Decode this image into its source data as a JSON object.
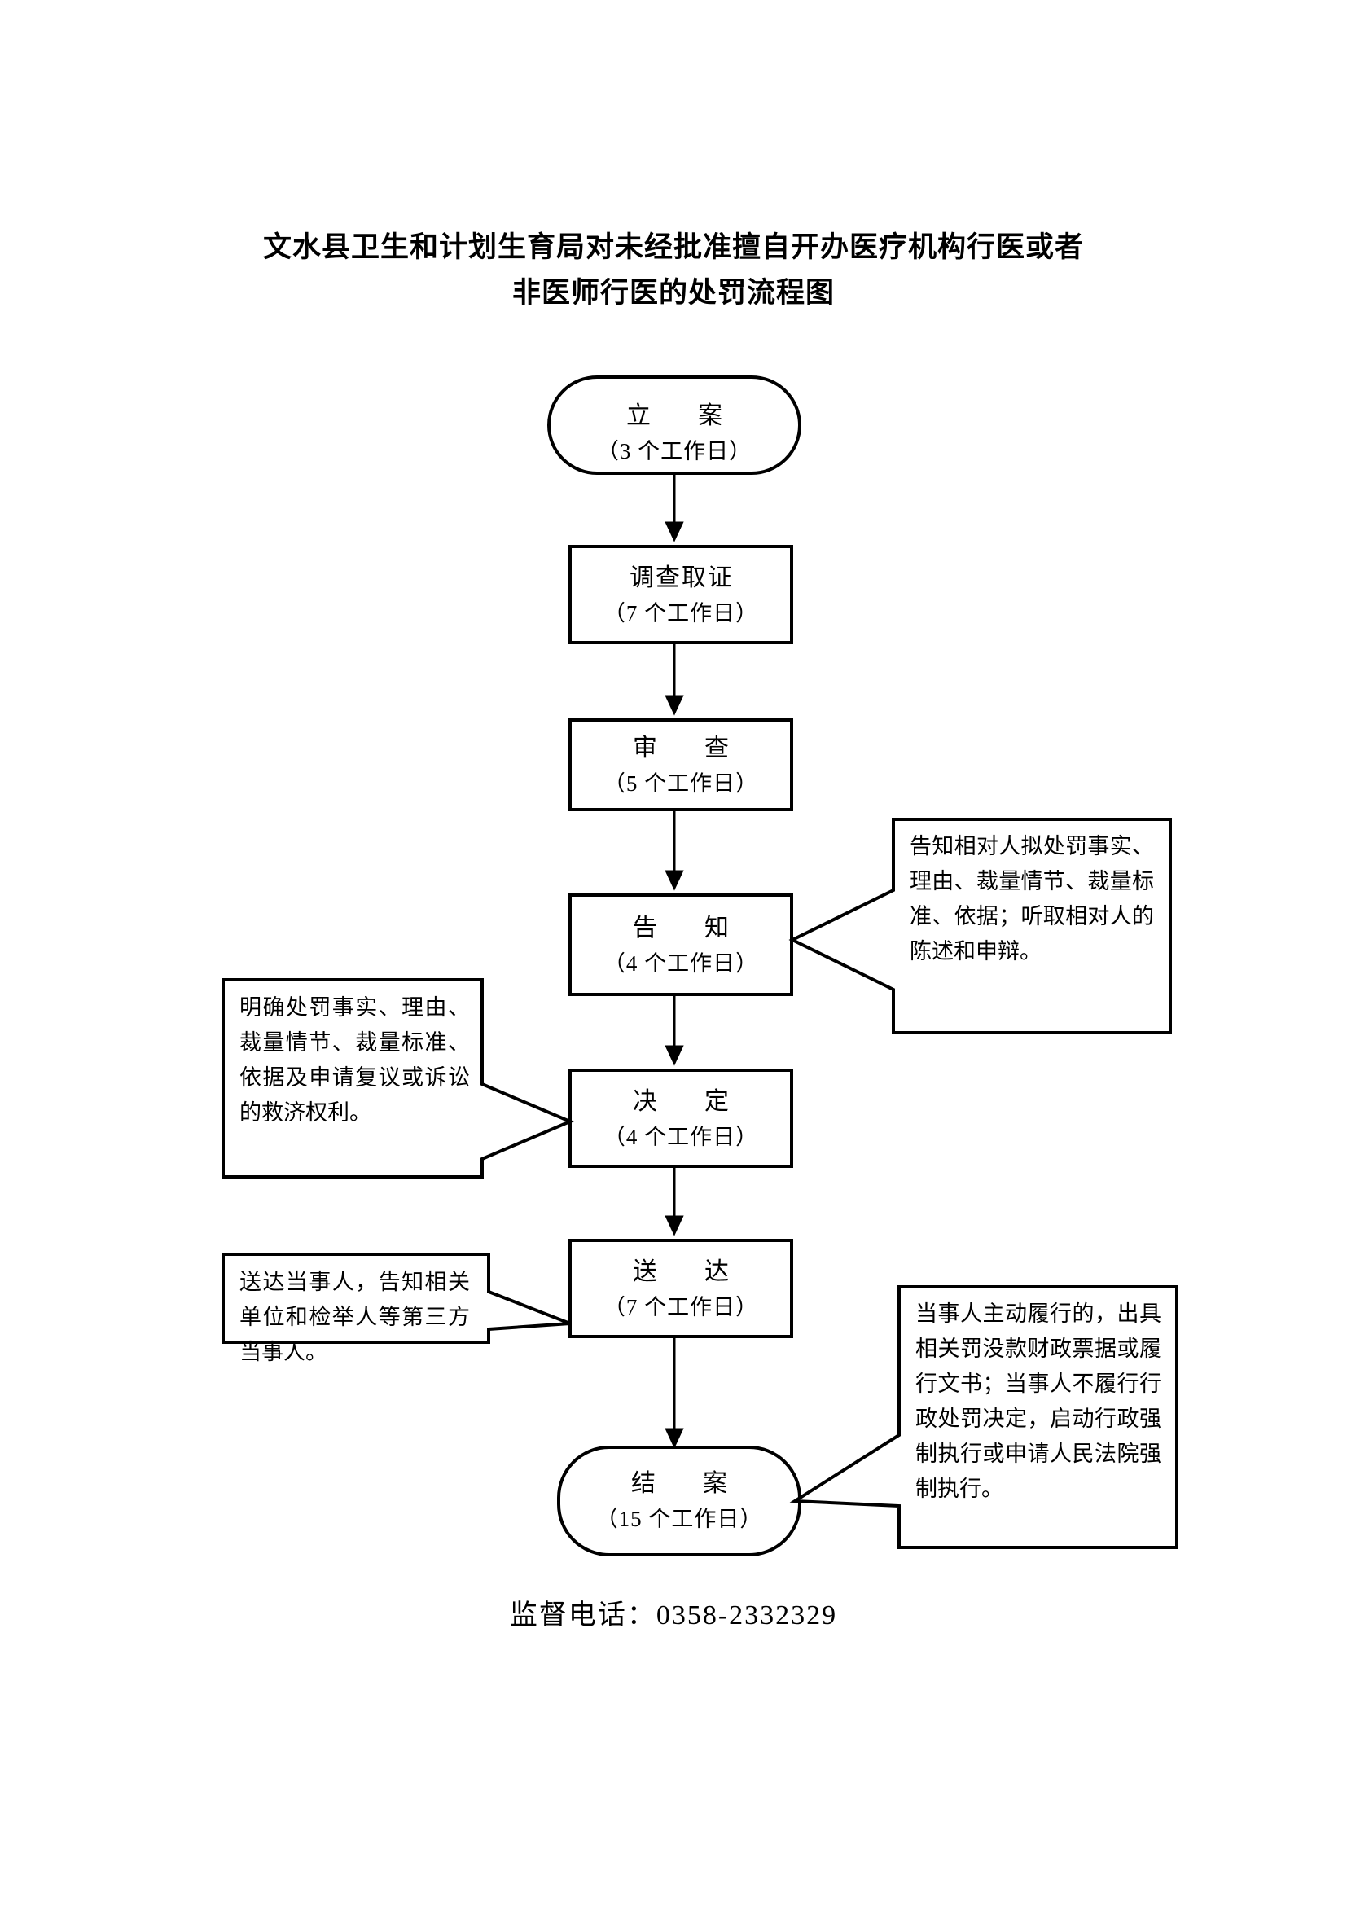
{
  "title": {
    "line1": "文水县卫生和计划生育局对未经批准擅自开办医疗机构行医或者",
    "line2": "非医师行医的处罚流程图"
  },
  "flow": {
    "nodes": [
      {
        "id": "filing",
        "shape": "rounded-terminator",
        "label": "立　案",
        "duration": "（3 个工作日）"
      },
      {
        "id": "investigation",
        "shape": "rectangle",
        "label": "调查取证",
        "duration": "（7 个工作日）"
      },
      {
        "id": "review",
        "shape": "rectangle",
        "label": "审　查",
        "duration": "（5 个工作日）"
      },
      {
        "id": "notification",
        "shape": "rectangle",
        "label": "告　知",
        "duration": "（4 个工作日）"
      },
      {
        "id": "decision",
        "shape": "rectangle",
        "label": "决　定",
        "duration": "（4 个工作日）"
      },
      {
        "id": "service",
        "shape": "rectangle",
        "label": "送　达",
        "duration": "（7 个工作日）"
      },
      {
        "id": "closing",
        "shape": "rounded-terminator",
        "label": "结　案",
        "duration": "（15 个工作日）"
      }
    ],
    "callouts": [
      {
        "id": "notification-note",
        "side": "right",
        "attached_to": "notification",
        "text": "告知相对人拟处罚事实、理由、裁量情节、裁量标准、依据；听取相对人的陈述和申辩。"
      },
      {
        "id": "decision-note",
        "side": "left",
        "attached_to": "decision",
        "text": "明确处罚事实、理由、裁量情节、裁量标准、依据及申请复议或诉讼的救济权利。"
      },
      {
        "id": "service-note",
        "side": "left",
        "attached_to": "service",
        "text": "送达当事人，告知相关单位和检举人等第三方当事人。"
      },
      {
        "id": "closing-note",
        "side": "right",
        "attached_to": "closing",
        "text": "当事人主动履行的，出具相关罚没款财政票据或履行文书；当事人不履行行政处罚决定，启动行政强制执行或申请人民法院强制执行。"
      }
    ]
  },
  "footer": {
    "supervision_phone_line": "监督电话：0358-2332329"
  },
  "colors": {
    "stroke": "#000000",
    "background": "#ffffff",
    "text": "#000000"
  }
}
